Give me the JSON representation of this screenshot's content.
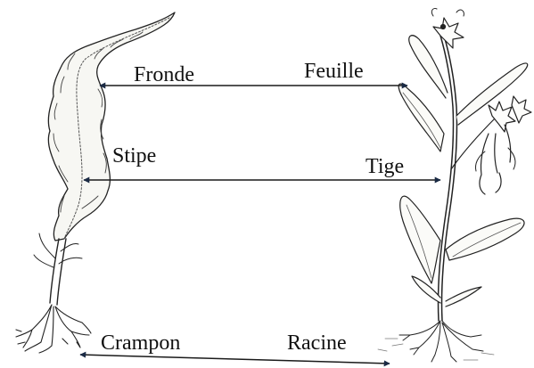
{
  "labels": {
    "fronde": "Fronde",
    "feuille": "Feuille",
    "stipe": "Stipe",
    "tige": "Tige",
    "crampon": "Crampon",
    "racine": "Racine"
  },
  "colors": {
    "line": "#1a1a1a",
    "arrow": "#1a2a44",
    "ink": "#222222",
    "hatch": "#555555"
  },
  "icons": {
    "left_figure": "seaweed-illustration",
    "right_figure": "flowering-plant-illustration"
  }
}
